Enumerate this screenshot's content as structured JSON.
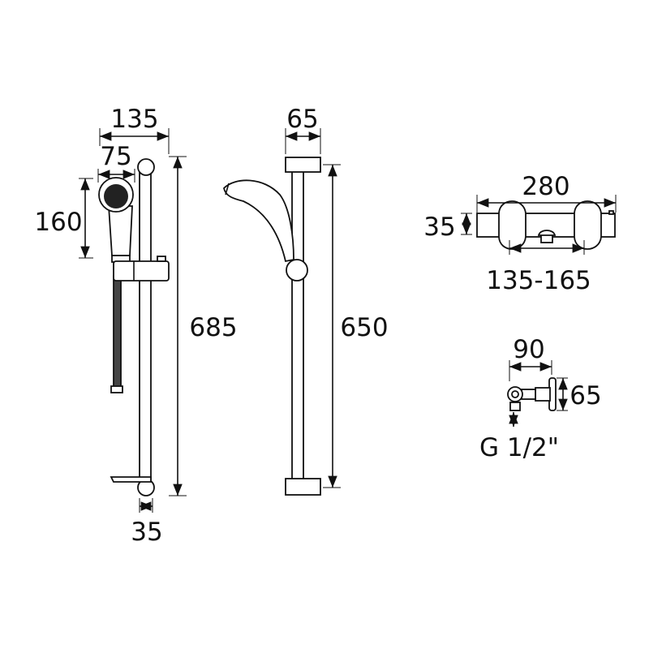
{
  "title": "Shower kit and thermostatic valve dimension drawing",
  "colors": {
    "ink": "#111111",
    "background": "#ffffff"
  },
  "riser_kit": {
    "overall_width": "135",
    "head_width": "75",
    "head_height": "160",
    "rail_height": "685",
    "rail_diameter": "35"
  },
  "riser_side": {
    "bracket_depth": "65",
    "fixing_centres": "650"
  },
  "valve": {
    "length": "280",
    "body_height": "35",
    "inlet_centres": "135-165"
  },
  "elbow": {
    "projection": "90",
    "height": "65",
    "thread": "G 1/2\""
  }
}
